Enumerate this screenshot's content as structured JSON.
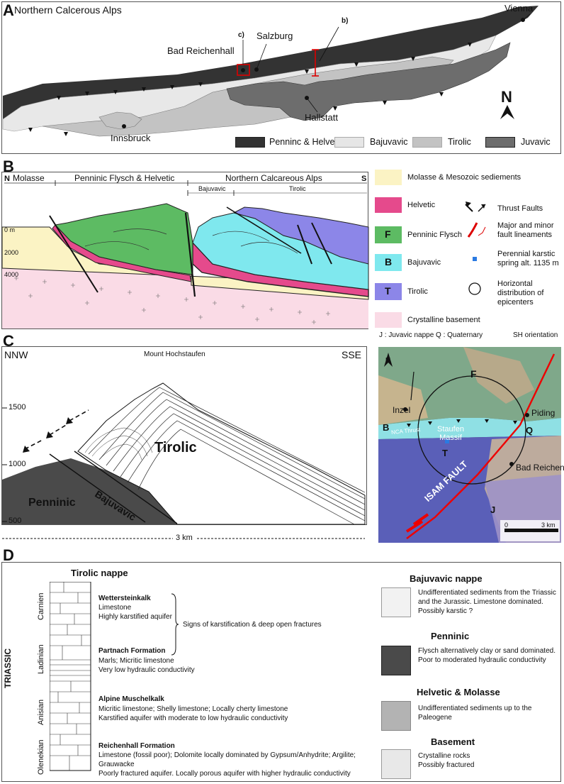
{
  "panelA": {
    "letter": "A",
    "title": "Northern Calcerous Alps",
    "places": {
      "vienna": "Vienna",
      "salzburg": "Salzburg",
      "bad_reichenhall": "Bad Reichenhall",
      "hallstatt": "Hallstatt",
      "innsbruck": "Innsbruck"
    },
    "markers": {
      "c": "c)",
      "b": "b)"
    },
    "north": "N",
    "legend": [
      {
        "label": "Penninc & Helvetic",
        "color": "#333333"
      },
      {
        "label": "Bajuvavic",
        "color": "#e6e6e6"
      },
      {
        "label": "Tirolic",
        "color": "#c3c3c3"
      },
      {
        "label": "Juvavic",
        "color": "#6d6d6d"
      }
    ]
  },
  "panelB": {
    "letter": "B",
    "n": "N",
    "s": "S",
    "header": {
      "molasse": "Molasse",
      "flysch": "Penninic Flysch & Helvetic",
      "nca": "Northern Calcareous Alps"
    },
    "sub": {
      "bajuvavic": "Bajuvavic",
      "tirolic": "Tirolic"
    },
    "depths": [
      "0 m",
      "2000",
      "4000"
    ],
    "legend_units": [
      {
        "symbol": "",
        "label": "Molasse & Mesozoic sediements",
        "color": "#fbf3c4"
      },
      {
        "symbol": "",
        "label": "Helvetic",
        "color": "#e54a8c"
      },
      {
        "symbol": "F",
        "label": "Penninic Flysch",
        "color": "#5dbb63"
      },
      {
        "symbol": "B",
        "label": "Bajuvavic",
        "color": "#7fe8ee"
      },
      {
        "symbol": "T",
        "label": "Tirolic",
        "color": "#8c86e8"
      },
      {
        "symbol": "",
        "label": "Crystalline basement",
        "color": "#fadbe6"
      }
    ],
    "legend_symbols": {
      "thrust": "Thrust Faults",
      "fault": "Major and minor fault lineaments",
      "spring": "Perennial karstic spring alt. 1135 m",
      "epicenters": "Horizontal distribution of epicenters"
    },
    "abbrev": "J : Juvavic nappe   Q : Quaternary",
    "sh": "SH orientation"
  },
  "panelC": {
    "letter": "C",
    "nnw": "NNW",
    "sse": "SSE",
    "title": "Mount Hochstaufen",
    "elev": [
      "1500",
      "1000",
      "500"
    ],
    "tirolic": "Tirolic",
    "penninic": "Penninic",
    "bajuvavic": "Bajuvavic",
    "scale": "3 km"
  },
  "map": {
    "north": "N",
    "labels": {
      "F": "F",
      "B": "B",
      "T": "T",
      "Q": "Q",
      "J": "J"
    },
    "places": {
      "inzel": "Inzel",
      "piding": "Piding",
      "bad": "Bad Reichenhall",
      "staufen": "Staufen Massif",
      "nca": "NCA Thrust",
      "isam": "ISAM FAULT"
    },
    "scale": [
      "0",
      "3 km"
    ]
  },
  "panelD": {
    "letter": "D",
    "tirolic_title": "Tirolic nappe",
    "triassic": "TRIASSIC",
    "stages": [
      "Carnien",
      "Ladinian",
      "Anisian",
      "Olenekian"
    ],
    "formations": [
      {
        "name": "Wettersteinkalk",
        "lines": [
          "Limestone",
          "Highly karstified aquifer"
        ]
      },
      {
        "name": "Partnach Formation",
        "lines": [
          "Marls; Micritic limestone",
          "Very low hydraulic conductivity"
        ]
      },
      {
        "name": "Alpine Muschelkalk",
        "lines": [
          "Micritic limestone; Shelly limestone; Locally cherty limestone",
          "Karstified aquifer with moderate to low hydraulic conductivity"
        ]
      },
      {
        "name": "Reichenhall Formation",
        "lines": [
          "Limestone (fossil poor); Dolomite locally dominated by Gypsum/Anhydrite; Argilite;",
          "Grauwacke",
          "Poorly fractured aquifer. Locally porous aquifer with higher hydraulic conductivity"
        ]
      }
    ],
    "karst_note": "Signs of karstification & deep open fractures",
    "right": [
      {
        "title": "Bajuvavic nappe",
        "text": [
          "Undifferentiated sediments from the Triassic",
          "and the  Jurassic. Limestone dominated.",
          "Possibly karstic ?"
        ],
        "color": "#f2f2f2"
      },
      {
        "title": "Penninic",
        "text": [
          "Flysch alternatively clay or sand dominated.",
          "Poor to moderated hydraulic conductivity"
        ],
        "color": "#4a4a4a"
      },
      {
        "title": "Helvetic & Molasse",
        "text": [
          "Undifferentiated sediments up to the",
          "Paleogene"
        ],
        "color": "#b3b3b3"
      },
      {
        "title": "Basement",
        "text": [
          "Crystalline rocks",
          "Possibly fractured"
        ],
        "color": "#e8e8e8"
      }
    ]
  }
}
